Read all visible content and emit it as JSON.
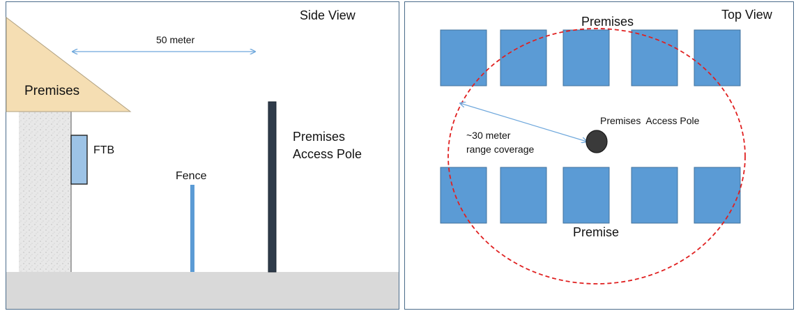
{
  "side_view": {
    "title": "Side View",
    "distance_label": "50 meter",
    "house_label": "Premises",
    "ftb_label": "FTB",
    "fence_label": "Fence",
    "pole_label_line1": "Premises",
    "pole_label_line2": "Access Pole"
  },
  "top_view": {
    "title": "Top View",
    "top_row_label": "Premises",
    "bottom_row_label": "Premise",
    "pole_label": "Premises  Access Pole",
    "range_label_line1": "~30 meter",
    "range_label_line2": "range coverage",
    "top_row_count": 5,
    "bottom_row_count": 5
  },
  "colors": {
    "premise_block": "#5b9bd5",
    "premise_block_border": "#41719c",
    "roof": "#f5deb3",
    "ground": "#d9d9d9",
    "pole": "#2f3b4a",
    "fence": "#5b9bd5",
    "range_circle": "#e02020",
    "arrow": "#6fa8dc",
    "panel_border": "#4a6b8a"
  }
}
